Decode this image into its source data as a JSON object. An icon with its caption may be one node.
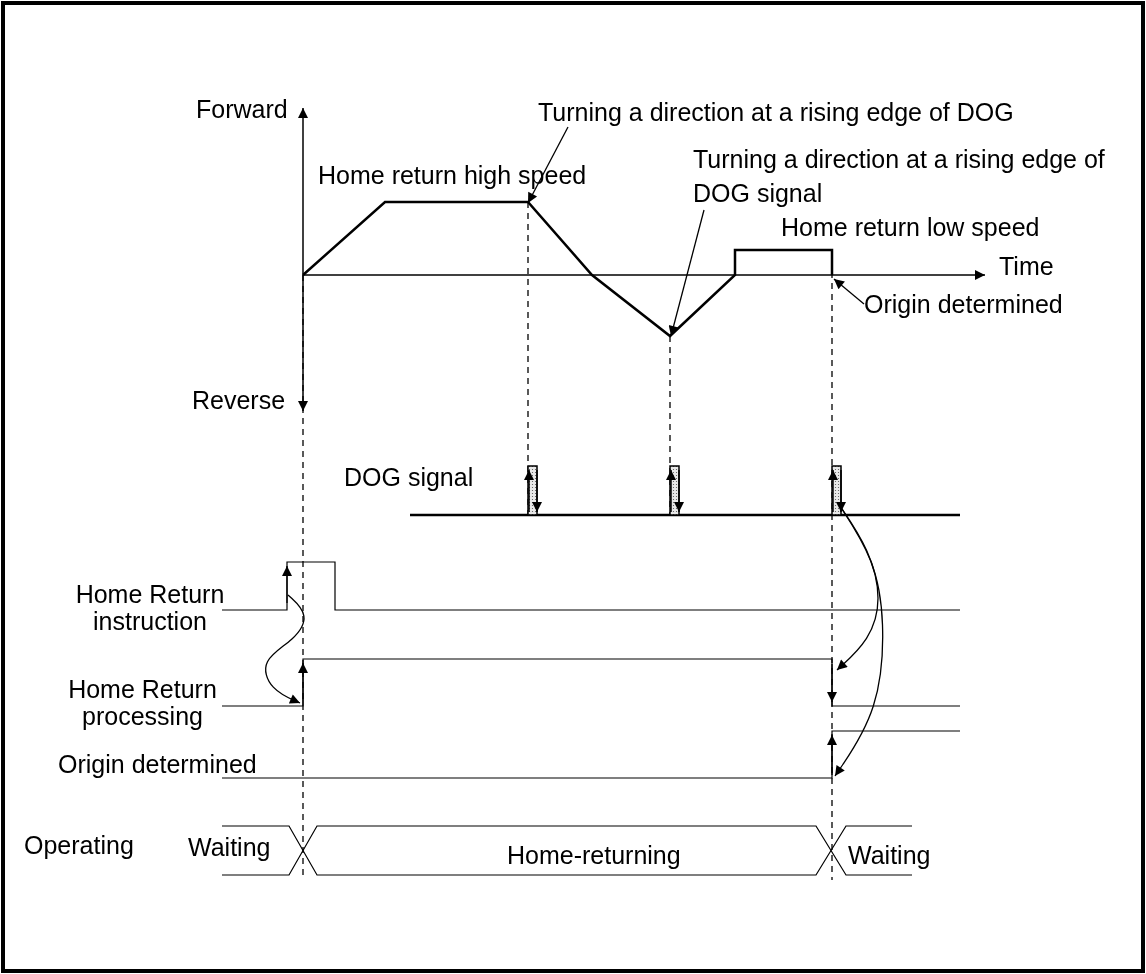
{
  "diagram": {
    "nodes": [
      {
        "text": [
          "Turning a direction at a rising edge of DOG"
        ]
      },
      {
        "text": [
          "Turning a direction at a rising edge of DOG signal"
        ]
      },
      {
        "text": [
          "Origin determined"
        ]
      },
      {
        "text": [],
        "shape": "line"
      }
    ],
    "edges": [
      {
        "from": 0,
        "to": 3,
        "arrow": "to"
      },
      {
        "from": 1,
        "to": 3,
        "arrow": "to"
      },
      {
        "from": 2,
        "to": 3,
        "arrow": "to"
      }
    ],
    "labels": [
      "Forward",
      "Home return high speed",
      "Home return low speed",
      "Time",
      "Reverse",
      "DOG signal",
      "Home Return instruction",
      "Home Return processing",
      "Origin determined",
      "Operating",
      "Waiting",
      "Home-returning",
      "Waiting"
    ]
  }
}
